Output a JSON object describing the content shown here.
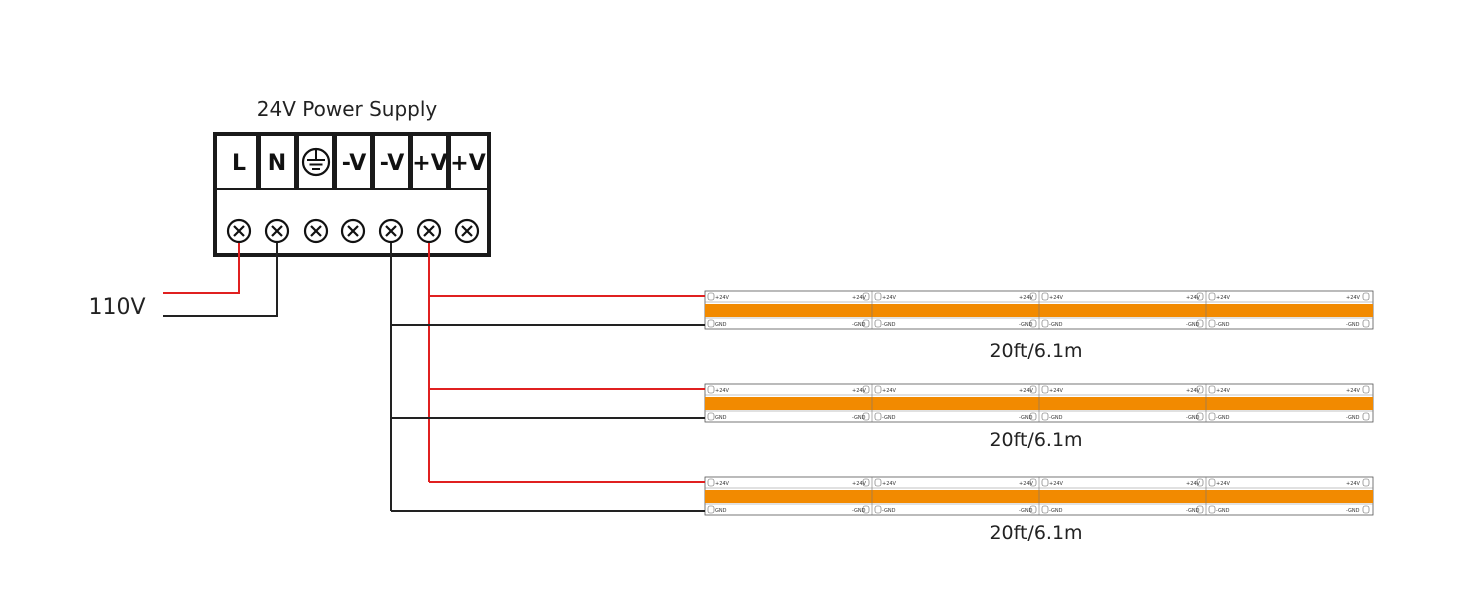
{
  "power_supply": {
    "title": "24V Power Supply",
    "terminals": [
      {
        "label": "L",
        "kind": "text"
      },
      {
        "label": "N",
        "kind": "text"
      },
      {
        "label": "",
        "kind": "ground-icon"
      },
      {
        "label": "-V",
        "kind": "text"
      },
      {
        "label": "-V",
        "kind": "text"
      },
      {
        "label": "+V",
        "kind": "text"
      },
      {
        "label": "+V",
        "kind": "text"
      }
    ]
  },
  "input": {
    "voltage_label": "110V"
  },
  "strips": [
    {
      "length_label": "20ft/6.1m"
    },
    {
      "length_label": "20ft/6.1m"
    },
    {
      "length_label": "20ft/6.1m"
    }
  ],
  "strip_pads": {
    "positive": "+24V",
    "negative": "-GND",
    "first_positive": "+24V",
    "first_negative": "GND"
  },
  "colors": {
    "positive_wire": "#e02020",
    "negative_wire": "#222222",
    "led_strip": "#f28a00",
    "box_border": "#1a1a1a"
  }
}
